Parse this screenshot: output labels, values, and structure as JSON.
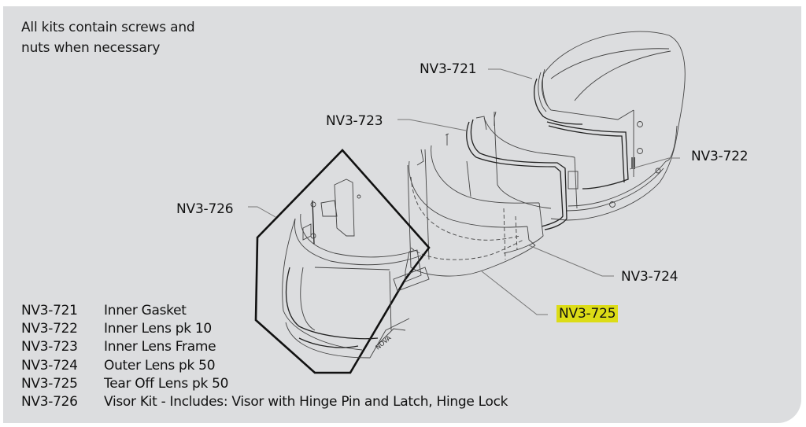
{
  "note": {
    "line1": "All kits contain screws and",
    "line2": "nuts when necessary"
  },
  "callouts": {
    "nv3_721": "NV3-721",
    "nv3_722": "NV3-722",
    "nv3_723": "NV3-723",
    "nv3_724": "NV3-724",
    "nv3_725": "NV3-725",
    "nv3_726": "NV3-726"
  },
  "highlight": {
    "part": "NV3-725",
    "color": "#dcdc16"
  },
  "legend": [
    {
      "code": "NV3-721",
      "description": "Inner Gasket"
    },
    {
      "code": "NV3-722",
      "description": "Inner Lens pk 10"
    },
    {
      "code": "NV3-723",
      "description": "Inner Lens Frame"
    },
    {
      "code": "NV3-724",
      "description": "Outer Lens pk 50"
    },
    {
      "code": "NV3-725",
      "description": "Tear Off Lens pk 50"
    },
    {
      "code": "NV3-726",
      "description": "Visor Kit - Includes: Visor with Hinge Pin and Latch, Hinge Lock"
    }
  ],
  "illustration": {
    "subject": "exploded-view-helmet-lens-assembly",
    "brand_mark": "NOVA"
  }
}
